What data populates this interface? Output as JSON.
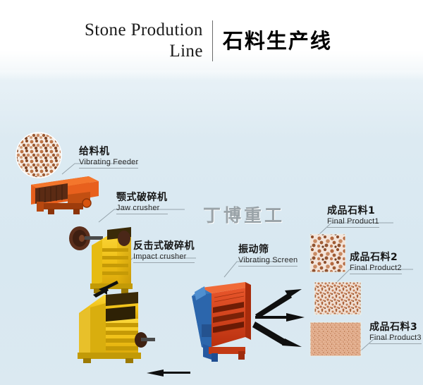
{
  "header": {
    "title_en": "Stone Prodution\nLine",
    "title_cn": "石料生产线"
  },
  "watermark": "丁博重工",
  "colors": {
    "background_top": "#ffffff",
    "canvas_blue": "#dceaf2",
    "feeder_orange": "#e8601d",
    "crusher_yellow": "#f2c318",
    "screen_red": "#d9421d",
    "screen_blue": "#2e6fb8",
    "arrow_black": "#111111",
    "label_text": "#161616",
    "leader_gray": "#95a3ab",
    "aggregate_brown": "#c07a52"
  },
  "labels": [
    {
      "id": "feeder",
      "cn": "给料机",
      "en": "Vibrating Feeder"
    },
    {
      "id": "jaw",
      "cn": "颚式破碎机",
      "en": "Jaw crusher"
    },
    {
      "id": "impact",
      "cn": "反击式破碎机",
      "en": "Impact crusher"
    },
    {
      "id": "screen",
      "cn": "振动筛",
      "en": "Vibrating Screen"
    },
    {
      "id": "prod1",
      "cn": "成品石料1",
      "en": "Final Product1"
    },
    {
      "id": "prod2",
      "cn": "成品石料2",
      "en": "Final Product2"
    },
    {
      "id": "prod3",
      "cn": "成品石料3",
      "en": "Final Product3"
    }
  ],
  "equipment": [
    {
      "id": "rock-sample",
      "name": "raw stone sample"
    },
    {
      "id": "vibrating-feeder",
      "name": "vibrating feeder"
    },
    {
      "id": "jaw-crusher",
      "name": "jaw crusher"
    },
    {
      "id": "impact-crusher",
      "name": "impact crusher"
    },
    {
      "id": "vibrating-screen",
      "name": "vibrating screen"
    }
  ],
  "products": [
    {
      "id": "product-1",
      "grain": "coarse"
    },
    {
      "id": "product-2",
      "grain": "medium"
    },
    {
      "id": "product-3",
      "grain": "fine"
    }
  ],
  "flow_arrows": [
    {
      "from": "jaw-crusher",
      "to": "impact-crusher",
      "direction": "down-right"
    },
    {
      "from": "vibrating-screen",
      "to": "impact-crusher",
      "direction": "left"
    },
    {
      "from": "impact-crusher",
      "to": "vibrating-screen",
      "direction": "right"
    },
    {
      "from": "vibrating-screen",
      "to": "product-1",
      "direction": "up-right"
    },
    {
      "from": "vibrating-screen",
      "to": "product-2",
      "direction": "right"
    },
    {
      "from": "vibrating-screen",
      "to": "product-3",
      "direction": "down-right"
    }
  ]
}
